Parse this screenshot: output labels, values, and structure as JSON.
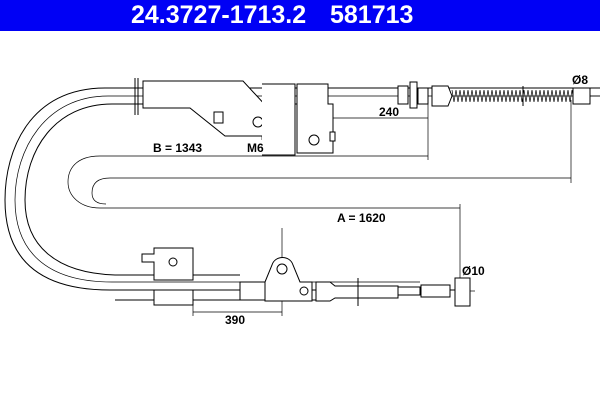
{
  "header": {
    "part_number": "24.3727-1713.2",
    "ref_number": "581713",
    "background": "#0000f5"
  },
  "diagram": {
    "dim_a": "A = 1620",
    "dim_b": "B = 1343",
    "dim_240": "240",
    "dim_390": "390",
    "dia_8": "Ø8",
    "dia_10": "Ø10",
    "thread": "M6"
  }
}
